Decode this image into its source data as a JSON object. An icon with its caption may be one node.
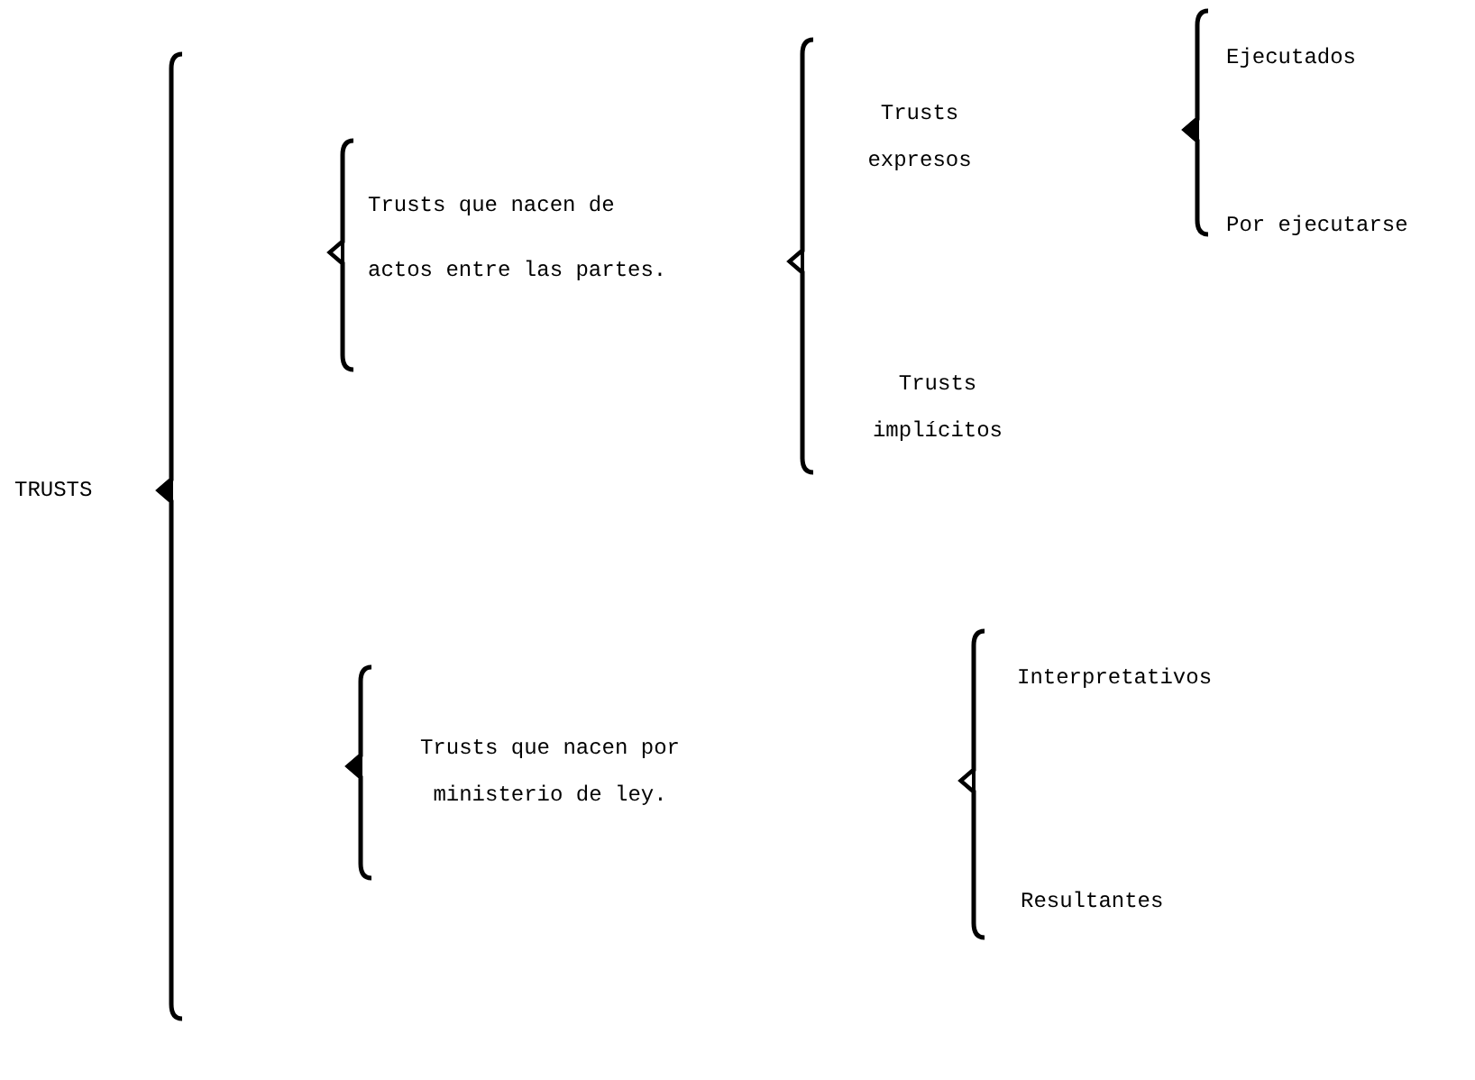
{
  "diagram": {
    "nodes": [
      {
        "text": [
          "TRUSTS"
        ]
      },
      {
        "text": [
          "Trusts que nacen de actos entre las partes."
        ]
      },
      {
        "text": [
          "Trusts expresos"
        ]
      },
      {
        "text": [
          "Ejecutados"
        ]
      },
      {
        "text": [
          "Por ejecutarse"
        ]
      },
      {
        "text": [
          "Trusts implícitos"
        ]
      },
      {
        "text": [
          "Trusts que nacen por ministerio de ley."
        ]
      },
      {
        "text": [
          "Interpretativos"
        ]
      },
      {
        "text": [
          "Resultantes"
        ]
      }
    ]
  }
}
